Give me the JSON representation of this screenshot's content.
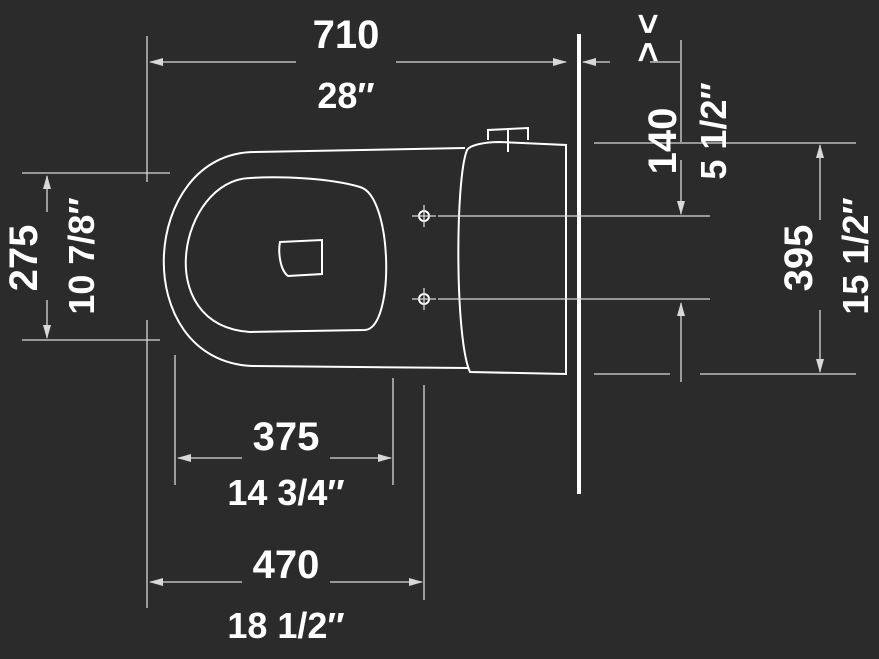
{
  "colors": {
    "background": "#2b2b2b",
    "lines": "#d8d8d8",
    "text": "#ffffff"
  },
  "dimensions": {
    "overall_length_mm": "710",
    "overall_length_in": "28″",
    "wall_symbol": "> <",
    "cistern_to_pan_mm": "140",
    "cistern_to_pan_in": "5 1/2″",
    "bowl_width_mm": "275",
    "bowl_width_in": "10 7/8″",
    "fixing_to_front_mm": "395",
    "fixing_to_front_in": "15 1/2″",
    "seat_depth_mm": "375",
    "seat_depth_in": "14 3/4″",
    "fixing_depth_mm": "470",
    "fixing_depth_in": "18 1/2″"
  }
}
